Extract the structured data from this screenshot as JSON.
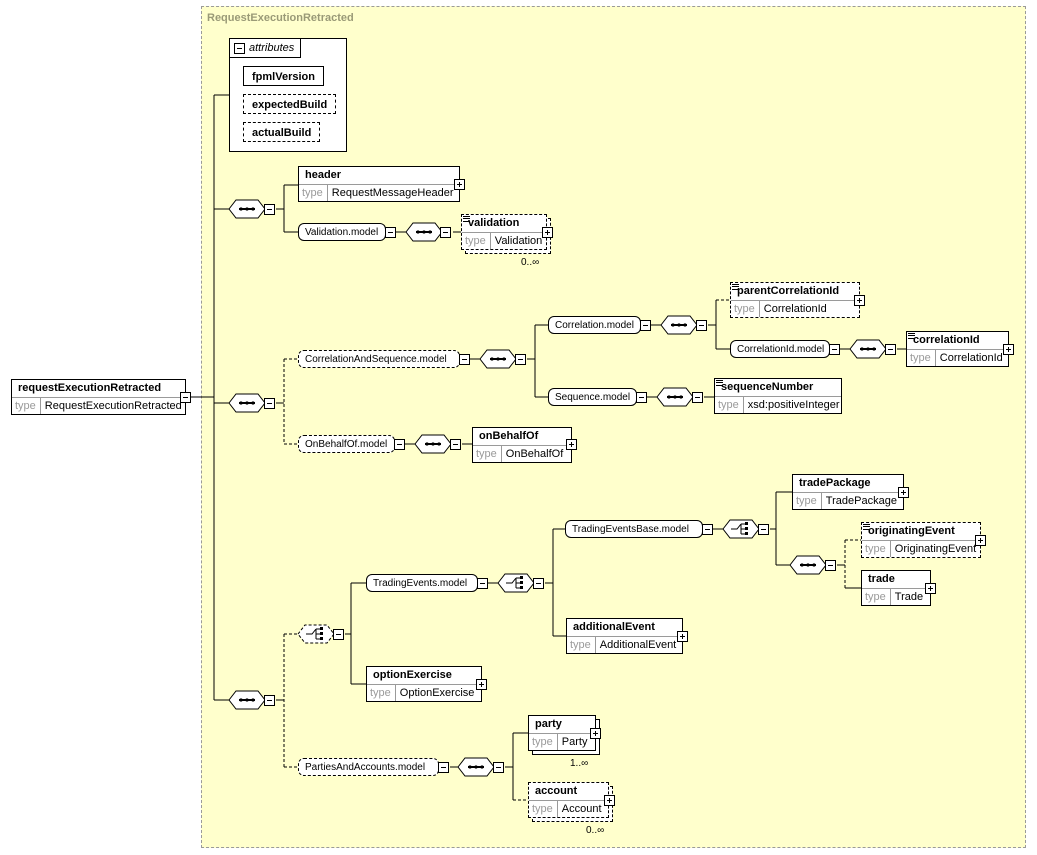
{
  "diagram": {
    "frame_title": "RequestExecutionRetracted",
    "type_label": "type",
    "root": {
      "name": "requestExecutionRetracted",
      "type": "RequestExecutionRetracted"
    },
    "attributes": {
      "header": "attributes",
      "items": [
        "fpmlVersion",
        "expectedBuild",
        "actualBuild"
      ]
    },
    "header": {
      "name": "header",
      "type": "RequestMessageHeader"
    },
    "validation_model": "Validation.model",
    "validation": {
      "name": "validation",
      "type": "Validation",
      "card": "0..∞"
    },
    "correlation_and_sequence_model": "CorrelationAndSequence.model",
    "correlation_model": "Correlation.model",
    "parent_correlation_id": {
      "name": "parentCorrelationId",
      "type": "CorrelationId"
    },
    "correlation_id_model": "CorrelationId.model",
    "correlation_id": {
      "name": "correlationId",
      "type": "CorrelationId"
    },
    "sequence_model": "Sequence.model",
    "sequence_number": {
      "name": "sequenceNumber",
      "type": "xsd:positiveInteger"
    },
    "on_behalf_of_model": "OnBehalfOf.model",
    "on_behalf_of": {
      "name": "onBehalfOf",
      "type": "OnBehalfOf"
    },
    "trading_events_base_model": "TradingEventsBase.model",
    "trade_package": {
      "name": "tradePackage",
      "type": "TradePackage"
    },
    "originating_event": {
      "name": "originatingEvent",
      "type": "OriginatingEvent"
    },
    "trade": {
      "name": "trade",
      "type": "Trade"
    },
    "trading_events_model": "TradingEvents.model",
    "additional_event": {
      "name": "additionalEvent",
      "type": "AdditionalEvent"
    },
    "option_exercise": {
      "name": "optionExercise",
      "type": "OptionExercise"
    },
    "parties_and_accounts_model": "PartiesAndAccounts.model",
    "party": {
      "name": "party",
      "type": "Party",
      "card": "1..∞"
    },
    "account": {
      "name": "account",
      "type": "Account",
      "card": "0..∞"
    }
  }
}
